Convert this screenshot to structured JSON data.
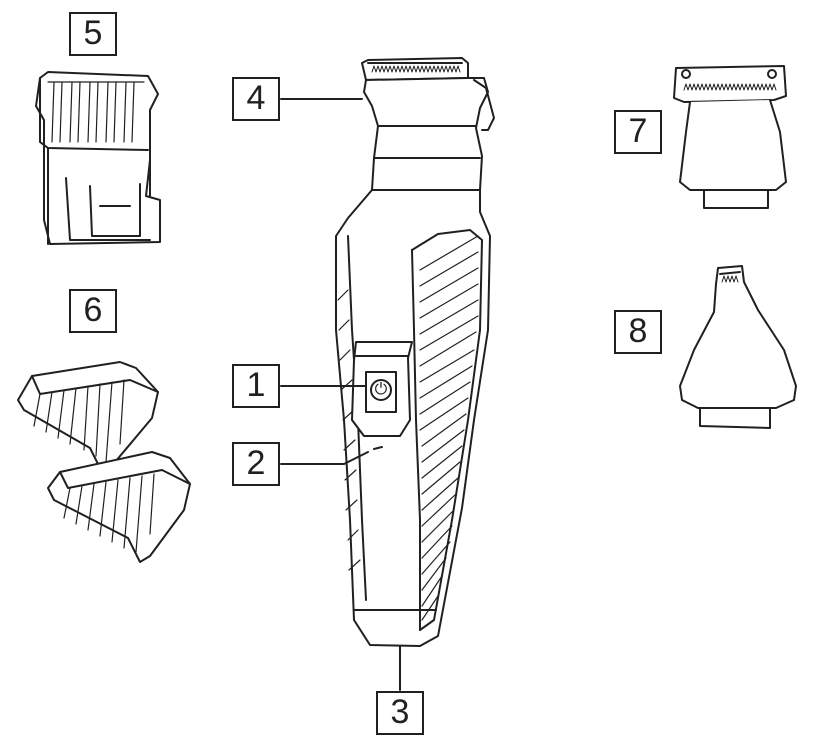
{
  "callouts": {
    "power_button": "1",
    "charging_light": "2",
    "charging_socket": "3",
    "trimmer_head": "4",
    "adjustable_comb": "5",
    "fixed_combs": "6",
    "shaver_attachment": "7",
    "nose_trimmer": "8"
  },
  "power_symbol": "⏻",
  "colors": {
    "line": "#231f20",
    "background": "#ffffff"
  }
}
